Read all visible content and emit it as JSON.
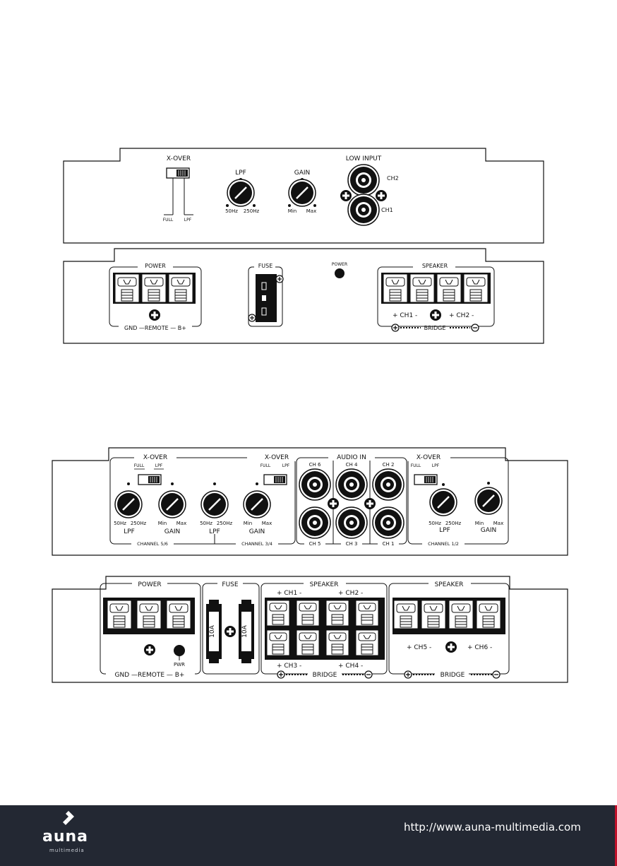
{
  "amp1": {
    "front": {
      "xover_label": "X-OVER",
      "full_label": "FULL",
      "lpf_small_label": "LPF",
      "lpf_label": "LPF",
      "lpf_min": "50Hz",
      "lpf_max": "250Hz",
      "gain_label": "GAIN",
      "gain_min": "Min",
      "gain_max": "Max",
      "low_input_label": "LOW INPUT",
      "ch2_label": "CH2",
      "ch1_label": "CH1"
    },
    "rear": {
      "power_label": "POWER",
      "power_bottom": "GND —REMOTE — B+",
      "fuse_label": "FUSE",
      "power_led_label": "POWER",
      "speaker_label": "SPEAKER",
      "speaker_channels": "+  CH1 -",
      "speaker_channels_2": "+ CH2  -",
      "bridge_label": "BRIDGE"
    }
  },
  "amp2": {
    "front": {
      "xover_label": "X-OVER",
      "full_label": "FULL",
      "lpf_small_label": "LPF",
      "audio_in_label": "AUDIO IN",
      "lpf_label": "LPF",
      "gain_label": "GAIN",
      "hz50": "50Hz",
      "hz250": "250Hz",
      "min": "Min",
      "max": "Max",
      "channel_56": "CHANNEL 5/6",
      "channel_34": "CHANNEL 3/4",
      "channel_12": "CHANNEL 1/2",
      "ch6": "CH 6",
      "ch4": "CH 4",
      "ch2": "CH 2",
      "ch5": "CH 5",
      "ch3": "CH 3",
      "ch1": "CH 1"
    },
    "rear": {
      "power_label": "POWER",
      "pwr_label": "PWR",
      "power_bottom": "GND —REMOTE — B+",
      "fuse_label": "FUSE",
      "fuse_value": "10A",
      "speaker_label": "SPEAKER",
      "ch1": "+   CH1  -",
      "ch2": "+  CH2  -",
      "ch3": "+   CH3  -",
      "ch4": "+  CH4  -",
      "ch5": "+  CH5 -",
      "ch6": "+  CH6  -",
      "bridge_label": "BRIDGE"
    }
  },
  "footer": {
    "logo": "auna",
    "logo_sub": "multimedia",
    "url": "http://www.auna-multimedia.com"
  }
}
